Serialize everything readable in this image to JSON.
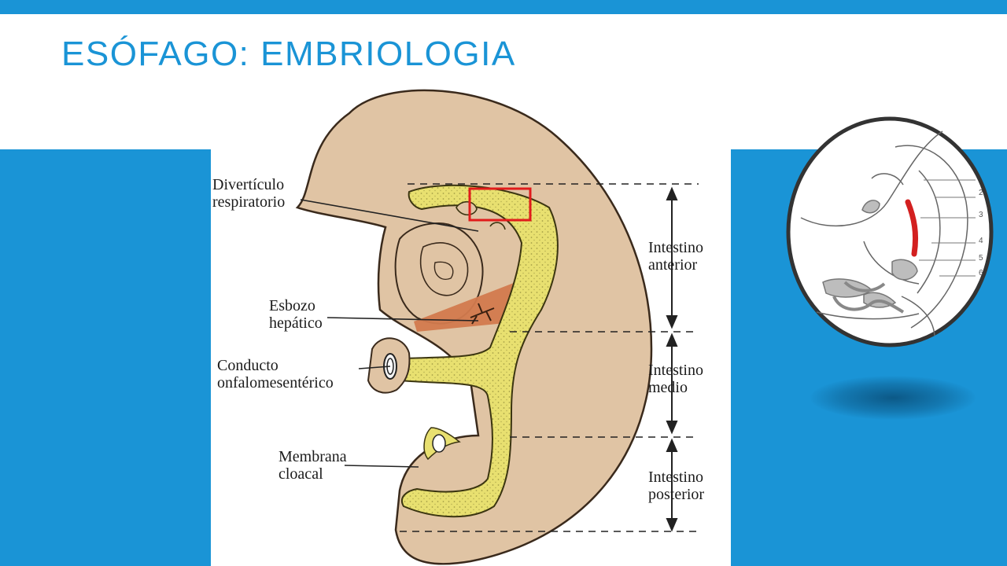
{
  "slide": {
    "title": "ESÓFAGO: EMBRIOLOGIA",
    "accent_color": "#1a94d6"
  },
  "figure": {
    "labels": {
      "diverticulo_line1": "Divertículo",
      "diverticulo_line2": "respiratorio",
      "esbozo_line1": "Esbozo",
      "esbozo_line2": "hepático",
      "conducto_line1": "Conducto",
      "conducto_line2": "onfalomesentérico",
      "membrana_line1": "Membrana",
      "membrana_line2": "cloacal",
      "anterior_line1": "Intestino",
      "anterior_line2": "anterior",
      "medio_line1": "Intestino",
      "medio_line2": "medio",
      "posterior_line1": "Intestino",
      "posterior_line2": "posterior"
    },
    "colors": {
      "embryo": "#e0c4a4",
      "gut": "#e8e070",
      "liver": "#d27a4e",
      "highlight": "#e11b1b"
    }
  },
  "inset": {
    "numbers": [
      "2",
      "3",
      "4",
      "5",
      "6"
    ],
    "highlight_color": "#d32020"
  }
}
